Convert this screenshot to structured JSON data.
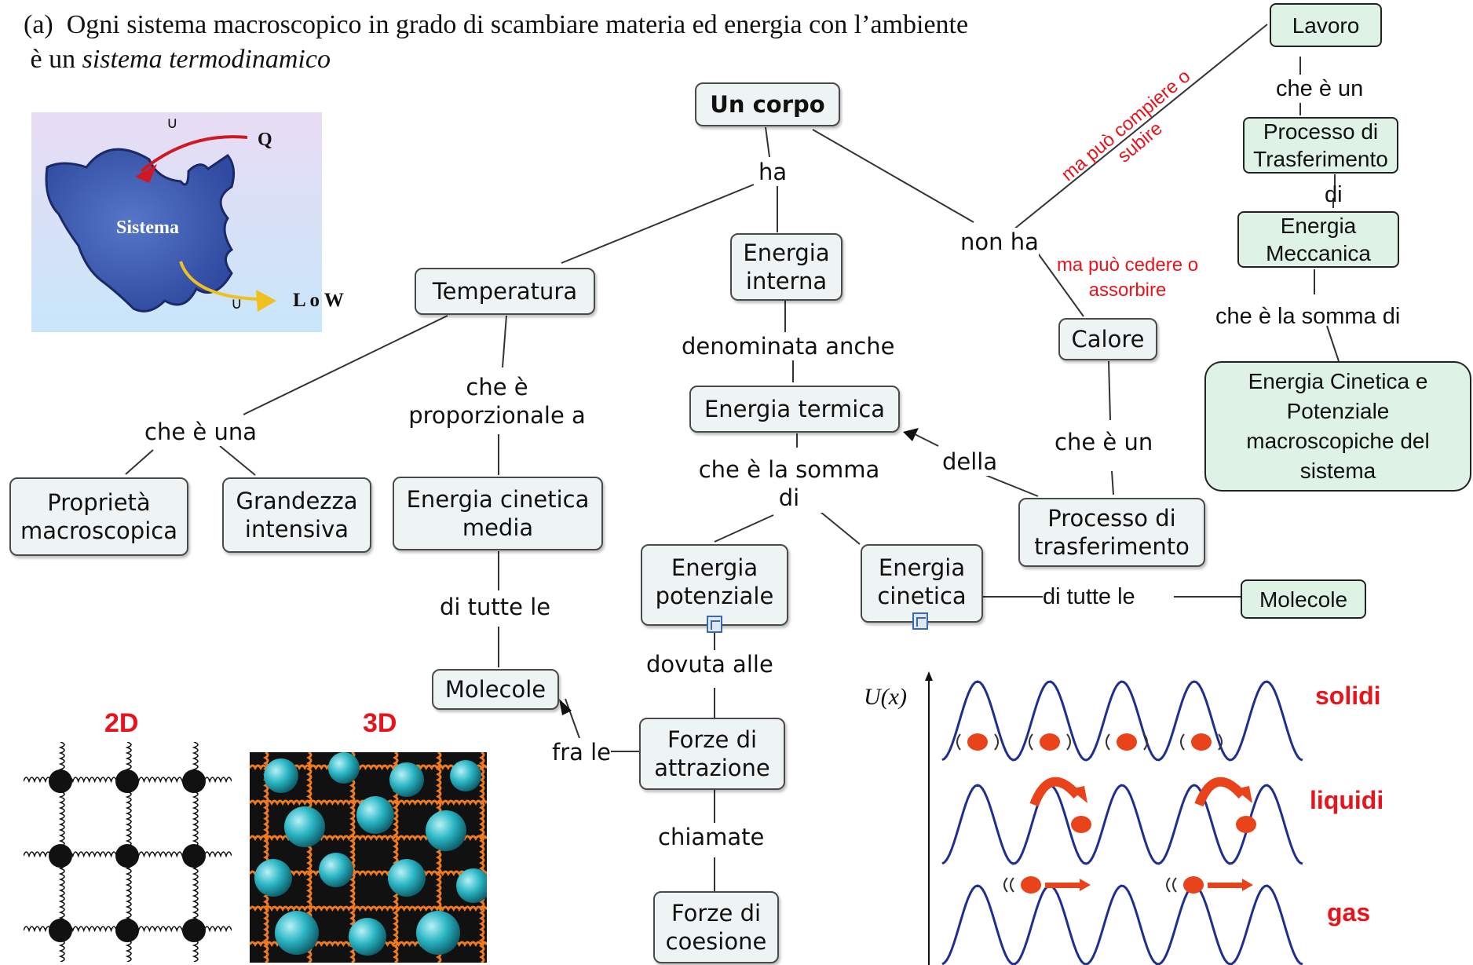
{
  "caption": {
    "prefix": "(a)",
    "line1": "Ogni sistema macroscopico in grado di scambiare materia ed energia con l’ambiente",
    "line2_start": "è un",
    "line2_em": "sistema termodinamico"
  },
  "system_figure": {
    "system_label": "Sistema",
    "heat_label": "Q",
    "work_label": "L o W",
    "symbol": "∪"
  },
  "nodes": {
    "un_corpo": "Un corpo",
    "temperatura": "Temperatura",
    "energia_interna": "Energia interna",
    "calore": "Calore",
    "energia_termica": "Energia termica",
    "proprieta": "Proprietà macroscopica",
    "grandezza": "Grandezza intensiva",
    "energia_cinetica_media": "Energia cinetica media",
    "processo_trasf": "Processo di trasferimento",
    "energia_potenziale": "Energia potenziale",
    "energia_cinetica": "Energia cinetica",
    "molecole_right": "Molecole",
    "molecole_left": "Molecole",
    "forze_attrazione": "Forze di attrazione",
    "forze_coesione": "Forze di coesione",
    "lavoro": "Lavoro",
    "processo_trasf_r": "Processo di Trasferimento",
    "energia_meccanica": "Energia Meccanica",
    "energia_cin_pot": "Energia Cinetica e Potenziale macroscopiche del sistema"
  },
  "links": {
    "ha": "ha",
    "non_ha": "non ha",
    "ma_puo_compiere": "ma può compiere o subire",
    "ma_puo_cedere": "ma può cedere o assorbire",
    "denominata_anche": "denominata anche",
    "che_e_una": "che è una",
    "che_e_proporzionale": "che è proporzionale a",
    "che_e_la_somma": "che è la somma di",
    "della": "della",
    "che_e_un_calore": "che è un",
    "di_tutte_le_1": "di tutte le",
    "di_tutte_le_2": "di tutte le",
    "dovuta_alle": "dovuta alle",
    "fra_le": "fra le",
    "chiamate": "chiamate",
    "che_e_un_lavoro": "che è un",
    "di": "di",
    "che_e_la_somma_r": "che è la somma di"
  },
  "lattice": {
    "label_2d": "2D",
    "label_3d": "3D"
  },
  "potential": {
    "axis_label": "U(x)",
    "solidi": "solidi",
    "liquidi": "liquidi",
    "gas": "gas"
  },
  "colors": {
    "link_red": "#e8141c",
    "node_bg": "#eef3f4",
    "node_green": "#dff2e6",
    "wave_blue": "#1e2f8f",
    "particle_red": "#e8431a",
    "sphere_cyan": "#2bb6c4"
  }
}
